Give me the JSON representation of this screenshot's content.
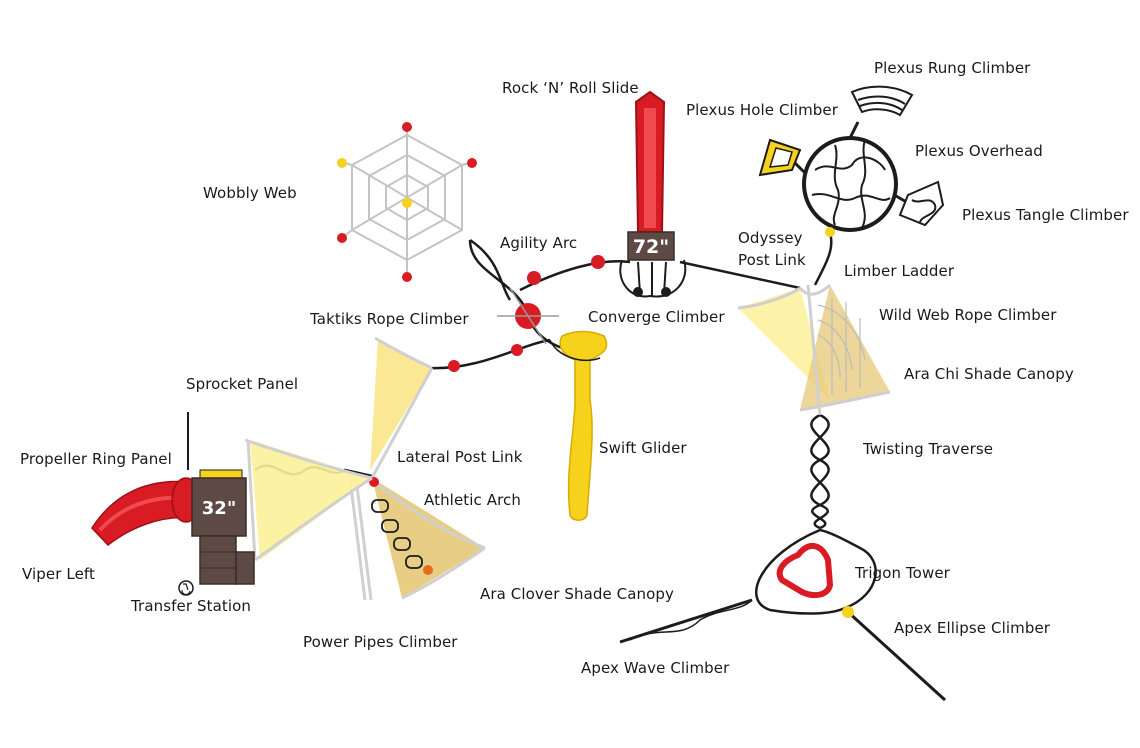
{
  "colors": {
    "red": "#d91c24",
    "dark_red": "#9e1017",
    "yellow": "#f6d21c",
    "canopy": "#fbf19a",
    "canopy_tan": "#e6c877",
    "brown": "#5e4a44",
    "rope": "#1c1c1c",
    "frame": "#d8d8d8"
  },
  "heights": {
    "main_deck": "72\"",
    "low_deck": "32\""
  },
  "labels": {
    "rock_n_roll_slide": "Rock ‘N’ Roll Slide",
    "plexus_rung_climber": "Plexus Rung Climber",
    "plexus_hole_climber": "Plexus Hole Climber",
    "plexus_overhead": "Plexus Overhead",
    "plexus_tangle_climber": "Plexus Tangle Climber",
    "wobbly_web": "Wobbly Web",
    "agility_arc": "Agility Arc",
    "odyssey_post_link_1": "Odyssey",
    "odyssey_post_link_2": "Post Link",
    "limber_ladder": "Limber Ladder",
    "taktiks_rope_climber": "Taktiks Rope Climber",
    "converge_climber": "Converge Climber",
    "wild_web_rope_climber": "Wild Web Rope Climber",
    "sprocket_panel": "Sprocket Panel",
    "ara_chi_shade_canopy": "Ara Chi Shade Canopy",
    "propeller_ring_panel": "Propeller Ring Panel",
    "lateral_post_link": "Lateral Post Link",
    "swift_glider": "Swift Glider",
    "twisting_traverse": "Twisting Traverse",
    "athletic_arch": "Athletic Arch",
    "viper_left": "Viper Left",
    "transfer_station": "Transfer Station",
    "trigon_tower": "Trigon Tower",
    "ara_clover_shade_canopy": "Ara Clover Shade Canopy",
    "apex_ellipse_climber": "Apex Ellipse Climber",
    "power_pipes_climber": "Power Pipes Climber",
    "apex_wave_climber": "Apex Wave Climber"
  },
  "icons": {
    "transfer_station": "accessibility-icon"
  }
}
